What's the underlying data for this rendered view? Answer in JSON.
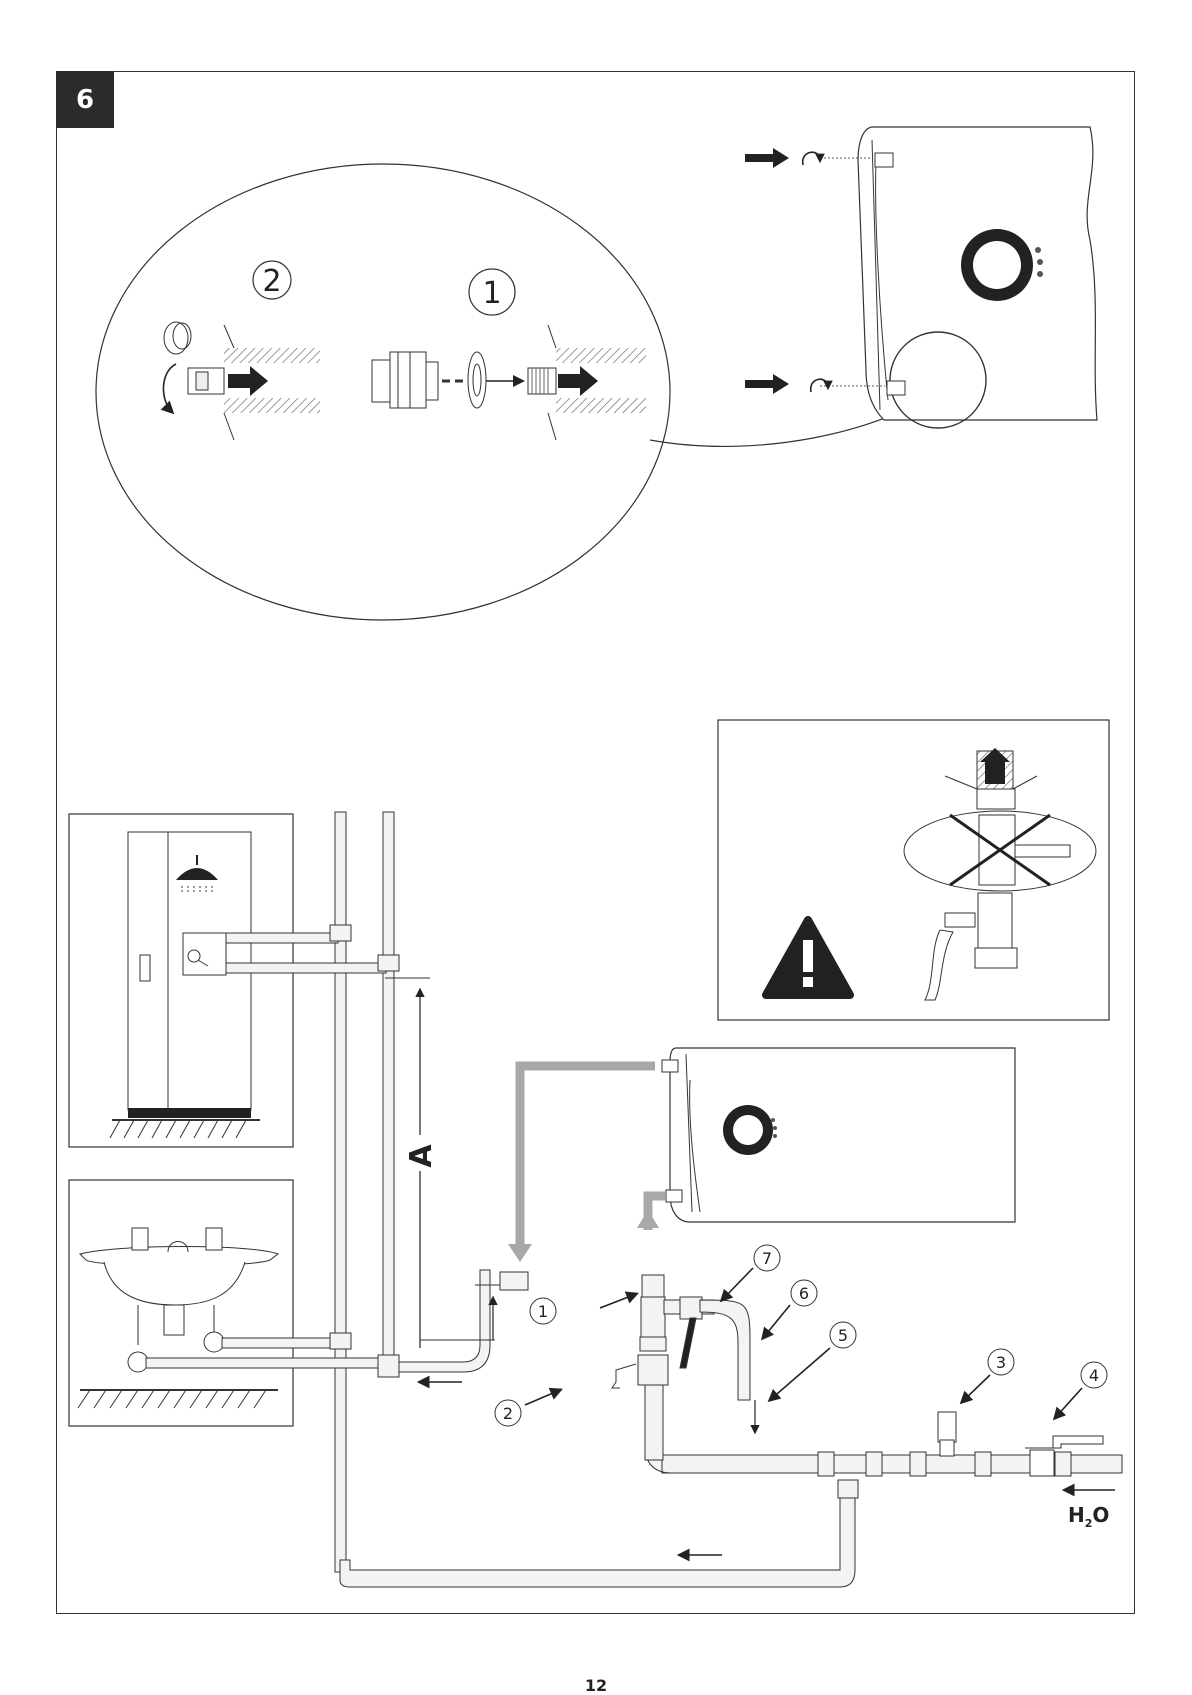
{
  "step_number": "6",
  "detail_labels": {
    "step_2": "2",
    "step_1": "1"
  },
  "dimension_label": "A",
  "callouts": [
    "1",
    "2",
    "3",
    "4",
    "5",
    "6",
    "7"
  ],
  "water_label": {
    "main": "H",
    "sub": "2",
    "tail": "O"
  },
  "page_number": "12",
  "icons": [
    "warning-icon",
    "shower-icon",
    "mixer-tap-icon",
    "sink-icon",
    "rotate-arrow-icon"
  ],
  "colors": {
    "frame": "#333333",
    "badge": "#2b2b2b",
    "flow_arrow": "#a8a8a8",
    "pipe": "#f3f3f3"
  }
}
